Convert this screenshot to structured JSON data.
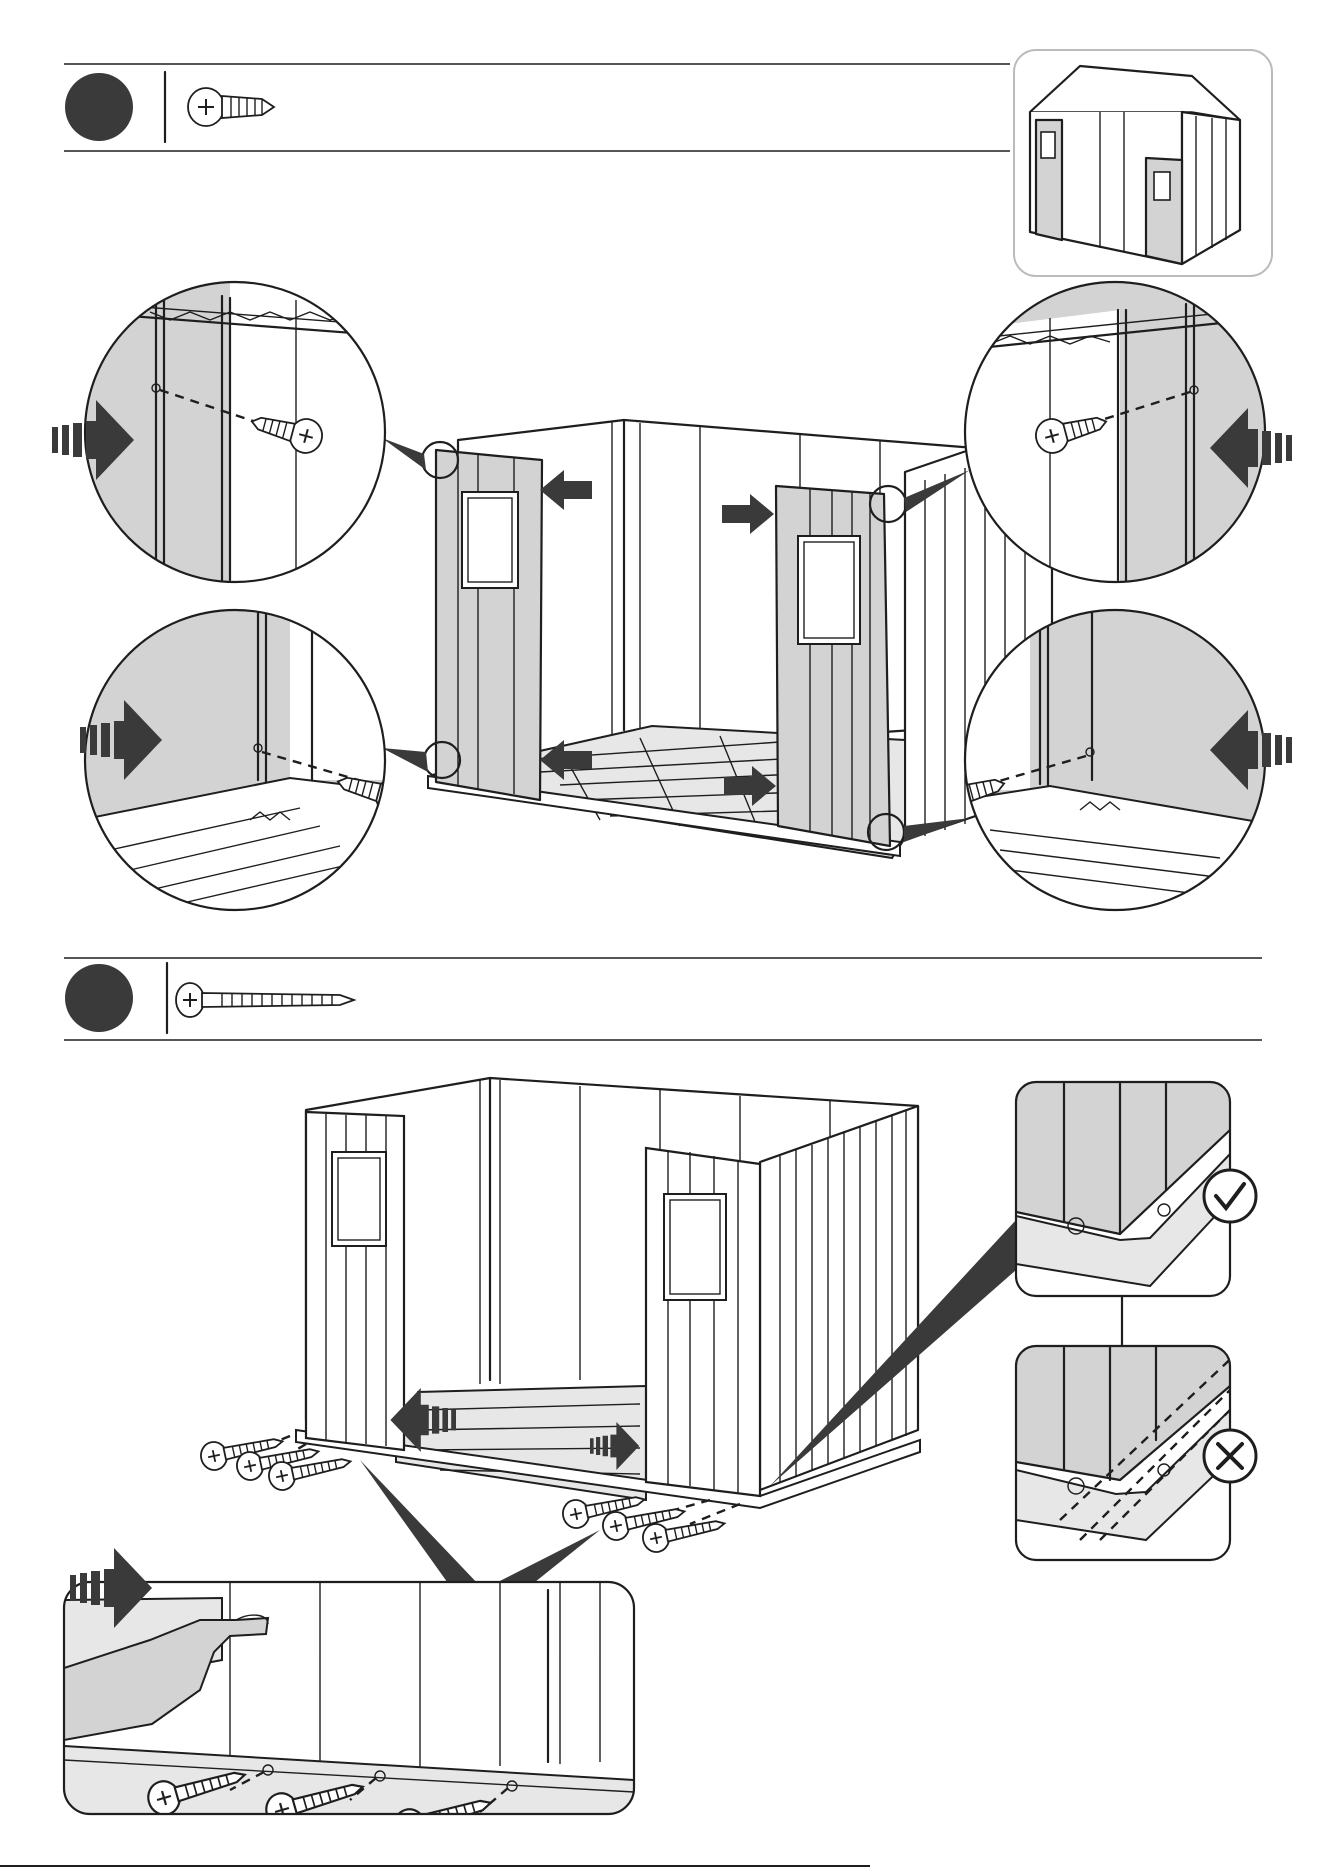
{
  "document": {
    "type": "assembly-instruction-page",
    "colors": {
      "ink": "#1e1e1e",
      "panel_gray": "#d3d3d3",
      "step_badge": "#3a3a3a",
      "arrow": "#3a3a3a",
      "background": "#ffffff"
    }
  },
  "step1": {
    "badge_icon": "step-number-circle",
    "fastener_icon": "short-screw-icon",
    "overview_icon": "shed-overview-icon"
  },
  "step2": {
    "badge_icon": "step-number-circle",
    "fastener_icon": "long-screw-icon",
    "check_icon": "correct-checkmark-icon",
    "cross_icon": "incorrect-cross-icon"
  }
}
